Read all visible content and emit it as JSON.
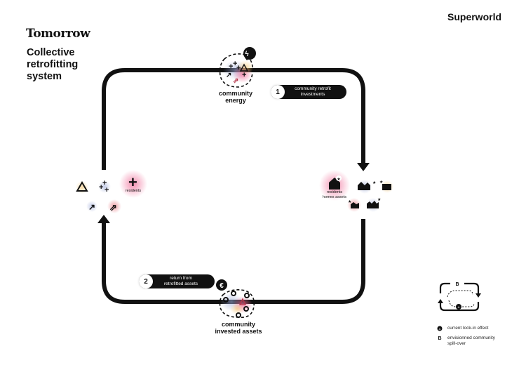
{
  "header": {
    "brand": "Tomorrow",
    "title_lines": [
      "Collective",
      "retrofitting",
      "system"
    ],
    "partner": "Superworld"
  },
  "nodes": {
    "community_energy": {
      "label_lines": [
        "community",
        "energy"
      ],
      "badge_icon": "lightning-icon"
    },
    "community_invested_assets": {
      "label_lines": [
        "community",
        "invested assets"
      ],
      "badge_icon": "euro-icon"
    },
    "residents": {
      "label": "residents"
    },
    "residents_homes_assets": {
      "label_lines": [
        "residents",
        "homes assets"
      ]
    }
  },
  "flows": [
    {
      "number": "1",
      "label_lines": [
        "community retrofit",
        "investments"
      ]
    },
    {
      "number": "2",
      "label_lines": [
        "return from",
        "retrofitted assets"
      ]
    }
  ],
  "legend": {
    "items": [
      {
        "marker": "A",
        "text": "current lock-in effect"
      },
      {
        "marker": "B",
        "text_lines": [
          "envisionned community",
          "spill-over"
        ]
      }
    ]
  },
  "colors": {
    "ink": "#111111",
    "pink_glow": "#f06a96",
    "blue_glow": "#9aa8d8",
    "orange_glow": "#f5c46a"
  }
}
